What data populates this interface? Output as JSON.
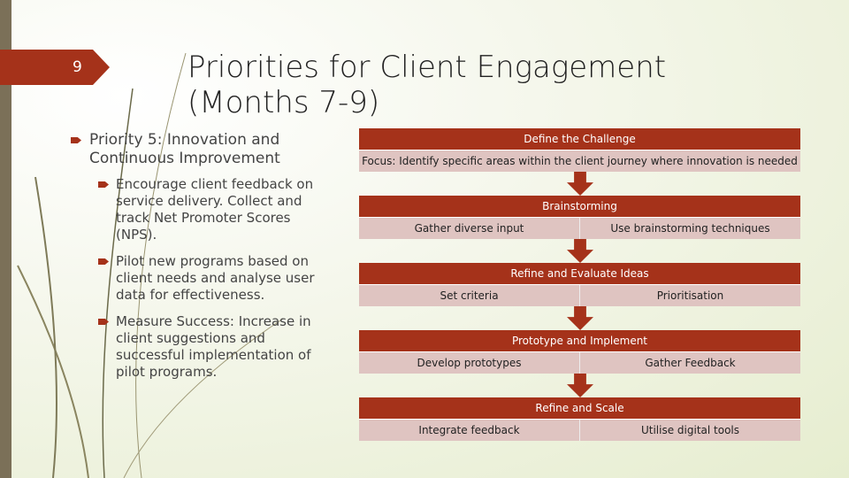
{
  "slide": {
    "number": "9",
    "title_line1": "Priorities for Client Engagement",
    "title_line2": "(Months 7-9)"
  },
  "bullets": {
    "main": "Priority 5: Innovation and Continuous Improvement",
    "subs": [
      "Encourage client feedback on service delivery. Collect and track Net Promoter Scores (NPS).",
      "Pilot new programs based on client needs and analyse user data for effectiveness.",
      "Measure Success: Increase in client suggestions and successful implementation of pilot programs."
    ]
  },
  "flow": [
    {
      "header": "Define the Challenge",
      "cells": [
        "Focus: Identify specific areas within the client journey where innovation is needed"
      ]
    },
    {
      "header": "Brainstorming",
      "cells": [
        "Gather diverse input",
        "Use brainstorming techniques"
      ]
    },
    {
      "header": "Refine and Evaluate Ideas",
      "cells": [
        "Set criteria",
        "Prioritisation"
      ]
    },
    {
      "header": "Prototype and Implement",
      "cells": [
        "Develop prototypes",
        "Gather Feedback"
      ]
    },
    {
      "header": "Refine and Scale",
      "cells": [
        "Integrate feedback",
        "Utilise digital tools"
      ]
    }
  ],
  "colors": {
    "accent": "#a5321a",
    "cell": "#dfc4c1",
    "strip": "#7b7058"
  }
}
